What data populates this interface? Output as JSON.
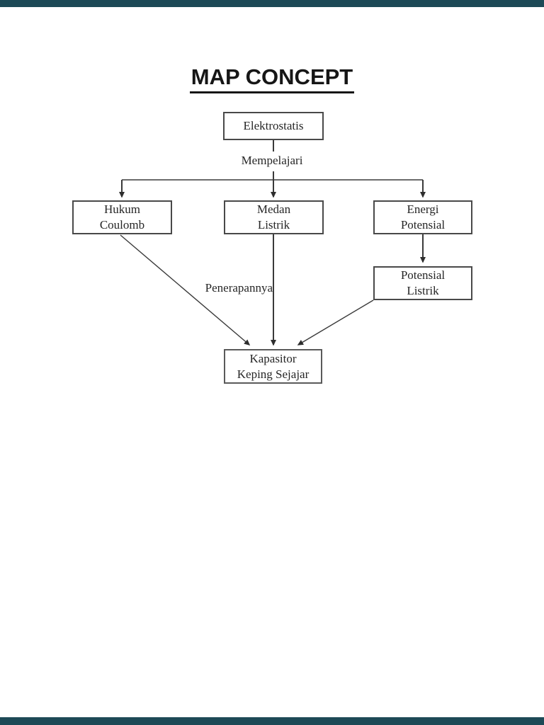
{
  "page": {
    "title": "MAP CONCEPT",
    "background_color": "#ffffff",
    "chrome_bar_color": "#1d4956"
  },
  "diagram": {
    "nodes": {
      "elektrostatis": {
        "label": "Elektrostatis"
      },
      "hukum_coulomb": {
        "line1": "Hukum",
        "line2": "Coulomb"
      },
      "medan_listrik": {
        "line1": "Medan",
        "line2": "Listrik"
      },
      "energi_potensial": {
        "line1": "Energi",
        "line2": "Potensial"
      },
      "potensial_listrik": {
        "line1": "Potensial",
        "line2": "Listrik"
      },
      "kapasitor_keping_sejajar": {
        "line1": "Kapasitor",
        "line2": "Keping Sejajar"
      }
    },
    "edge_labels": {
      "mempelajari": "Mempelajari",
      "penerapannya": "Penerapannya"
    },
    "edges": [
      {
        "from": "Elektrostatis",
        "to": "Hukum Coulomb",
        "label": "Mempelajari"
      },
      {
        "from": "Elektrostatis",
        "to": "Medan Listrik",
        "label": "Mempelajari"
      },
      {
        "from": "Elektrostatis",
        "to": "Energi Potensial",
        "label": "Mempelajari"
      },
      {
        "from": "Energi Potensial",
        "to": "Potensial Listrik",
        "label": ""
      },
      {
        "from": "Hukum Coulomb",
        "to": "Kapasitor Keping Sejajar",
        "label": "Penerapannya"
      },
      {
        "from": "Medan Listrik",
        "to": "Kapasitor Keping Sejajar",
        "label": "Penerapannya"
      },
      {
        "from": "Potensial Listrik",
        "to": "Kapasitor Keping Sejajar",
        "label": "Penerapannya"
      }
    ],
    "colors": {
      "line": "#3a3a3a",
      "box_border": "#494949",
      "text": "#262626",
      "title": "#161616"
    }
  }
}
